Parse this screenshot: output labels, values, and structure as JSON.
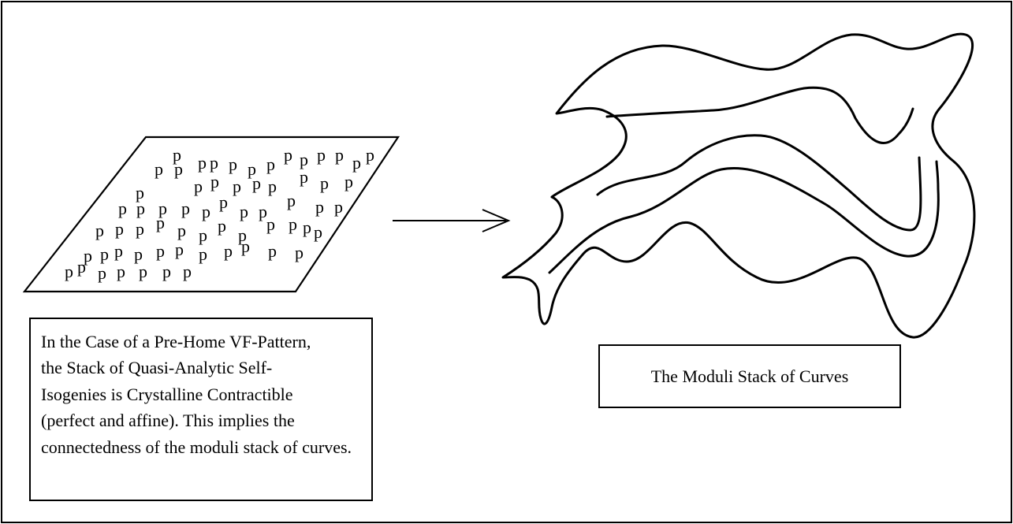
{
  "letters": {
    "char": "p",
    "count": 64
  },
  "left_caption": {
    "lines": [
      "In the Case of a Pre-Home VF-Pattern,",
      "the Stack of Quasi-Analytic Self-",
      "Isogenies is Crystalline Contractible",
      "(perfect and affine).  This implies the",
      "connectedness of the moduli stack of curves."
    ]
  },
  "right_caption": {
    "text": "The Moduli Stack of Curves"
  },
  "colors": {
    "stroke": "#000000",
    "background": "#ffffff"
  }
}
